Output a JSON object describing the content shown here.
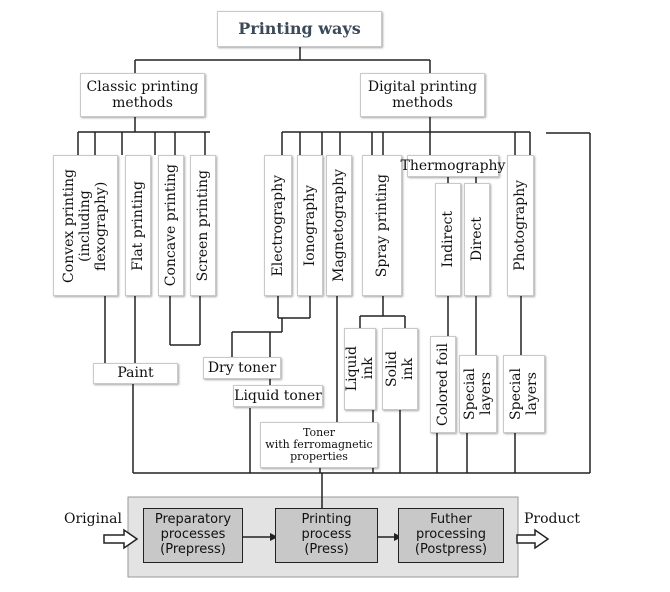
{
  "title": "Printing ways",
  "categories": {
    "classic": [
      "Classic printing",
      "methods"
    ],
    "digital": [
      "Digital printing",
      "methods"
    ]
  },
  "classic_methods": [
    [
      "Convex printing",
      "(including",
      "flexography)"
    ],
    [
      "Flat printing"
    ],
    [
      "Concave printing"
    ],
    [
      "Screen printing"
    ]
  ],
  "digital_methods": {
    "electrography": "Electrography",
    "ionography": "Ionography",
    "magnetography": "Magnetography",
    "spray_printing": "Spray printing",
    "thermography": "Thermography",
    "indirect": "Indirect",
    "direct": "Direct",
    "photography": "Photography"
  },
  "materials": {
    "paint": "Paint",
    "dry_toner": "Dry toner",
    "liquid_toner": "Liquid toner",
    "ferro_toner": [
      "Toner",
      "with ferromagnetic",
      "properties"
    ],
    "liquid_ink": [
      "Liquid",
      "ink"
    ],
    "solid_ink": [
      "Solid",
      "ink"
    ],
    "colored_foil": "Colored foil",
    "special_layers_1": [
      "Special",
      "layers"
    ],
    "special_layers_2": [
      "Special",
      "layers"
    ]
  },
  "process": {
    "input": "Original",
    "output": "Product",
    "steps": [
      [
        "Preparatory",
        "processes",
        "(Prepress)"
      ],
      [
        "Printing",
        "process",
        "(Press)"
      ],
      [
        "Futher",
        "processing",
        "(Postpress)"
      ]
    ]
  }
}
